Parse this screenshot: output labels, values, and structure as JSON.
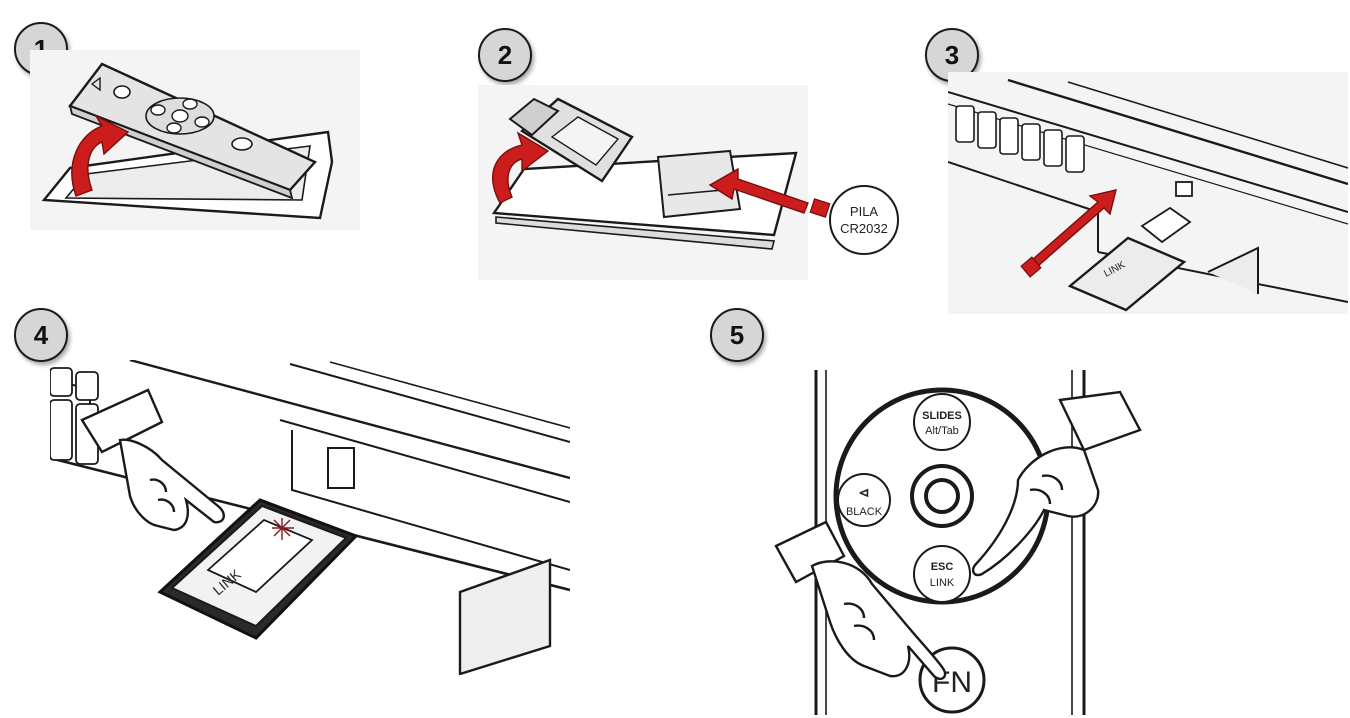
{
  "steps": [
    {
      "number": "1"
    },
    {
      "number": "2"
    },
    {
      "number": "3"
    },
    {
      "number": "4"
    },
    {
      "number": "5"
    }
  ],
  "battery": {
    "line1": "PILA",
    "line2": "CR2032"
  },
  "dongle_label": "LINK",
  "remote_buttons": {
    "slides": "SLIDES",
    "slides_sub": "Alt/Tab",
    "black_symbol": "⊲",
    "black": "BLACK",
    "esc": "ESC",
    "link": "LINK",
    "fn": "FN"
  },
  "colors": {
    "arrow": "#cc1d1d",
    "badge": "#d6d6d6",
    "line": "#1a1a1a"
  }
}
